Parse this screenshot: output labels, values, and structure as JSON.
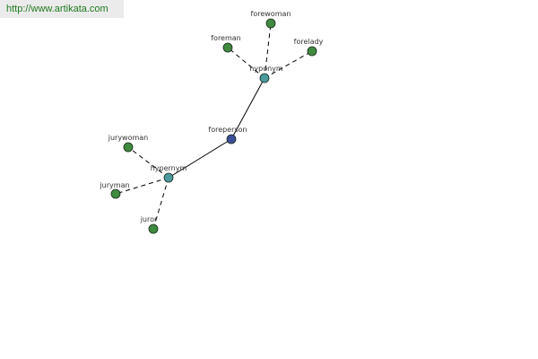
{
  "url": "http://www.artikata.com",
  "colors": {
    "center_node": "#3b4f9a",
    "relation_node": "#4a9aa0",
    "word_node": "#3f8a3f",
    "node_stroke": "#1a2a1a",
    "edge": "#000000",
    "url_text": "#1f7a1f"
  },
  "nodes": [
    {
      "id": "foreperson",
      "label": "foreperson",
      "kind": "center"
    },
    {
      "id": "hyponym",
      "label": "hyponym",
      "kind": "relation"
    },
    {
      "id": "hypernym",
      "label": "hypernym",
      "kind": "relation"
    },
    {
      "id": "forewoman",
      "label": "forewoman",
      "kind": "word"
    },
    {
      "id": "foreman",
      "label": "foreman",
      "kind": "word"
    },
    {
      "id": "forelady",
      "label": "forelady",
      "kind": "word"
    },
    {
      "id": "jurywoman",
      "label": "jurywoman",
      "kind": "word"
    },
    {
      "id": "juryman",
      "label": "juryman",
      "kind": "word"
    },
    {
      "id": "juror",
      "label": "juror",
      "kind": "word"
    }
  ],
  "edges": [
    {
      "from": "foreperson",
      "to": "hyponym",
      "style": "solid"
    },
    {
      "from": "foreperson",
      "to": "hypernym",
      "style": "solid"
    },
    {
      "from": "hyponym",
      "to": "forewoman",
      "style": "dashed"
    },
    {
      "from": "hyponym",
      "to": "foreman",
      "style": "dashed"
    },
    {
      "from": "hyponym",
      "to": "forelady",
      "style": "dashed"
    },
    {
      "from": "hypernym",
      "to": "jurywoman",
      "style": "dashed"
    },
    {
      "from": "hypernym",
      "to": "juryman",
      "style": "dashed"
    },
    {
      "from": "hypernym",
      "to": "juror",
      "style": "dashed"
    }
  ]
}
